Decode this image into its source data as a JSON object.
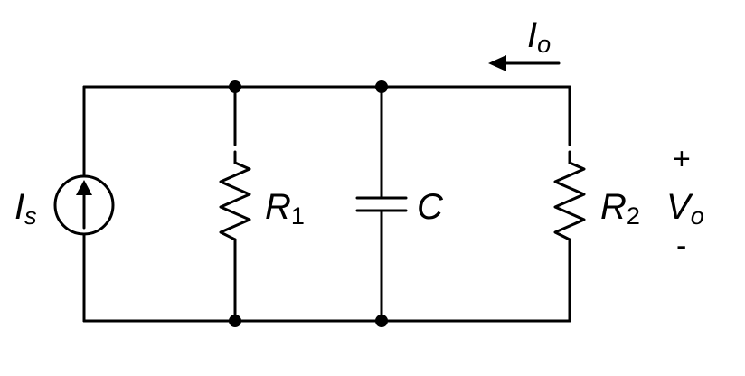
{
  "labels": {
    "source_current": {
      "main": "I",
      "sub": "s"
    },
    "output_current": {
      "main": "I",
      "sub": "o"
    },
    "r1": {
      "main": "R",
      "sub": "1"
    },
    "capacitor": {
      "main": "C"
    },
    "r2": {
      "main": "R",
      "sub": "2"
    },
    "output_voltage": {
      "main": "V",
      "sub": "o"
    },
    "plus_sign": "+",
    "minus_sign": "-"
  },
  "colors": {
    "ink": "#000000",
    "background": "#ffffff"
  },
  "icons": {
    "current_source": "circle-with-up-arrow-icon",
    "resistor": "zigzag-resistor-icon",
    "capacitor": "parallel-plates-icon",
    "arrow": "arrow-left-icon"
  }
}
